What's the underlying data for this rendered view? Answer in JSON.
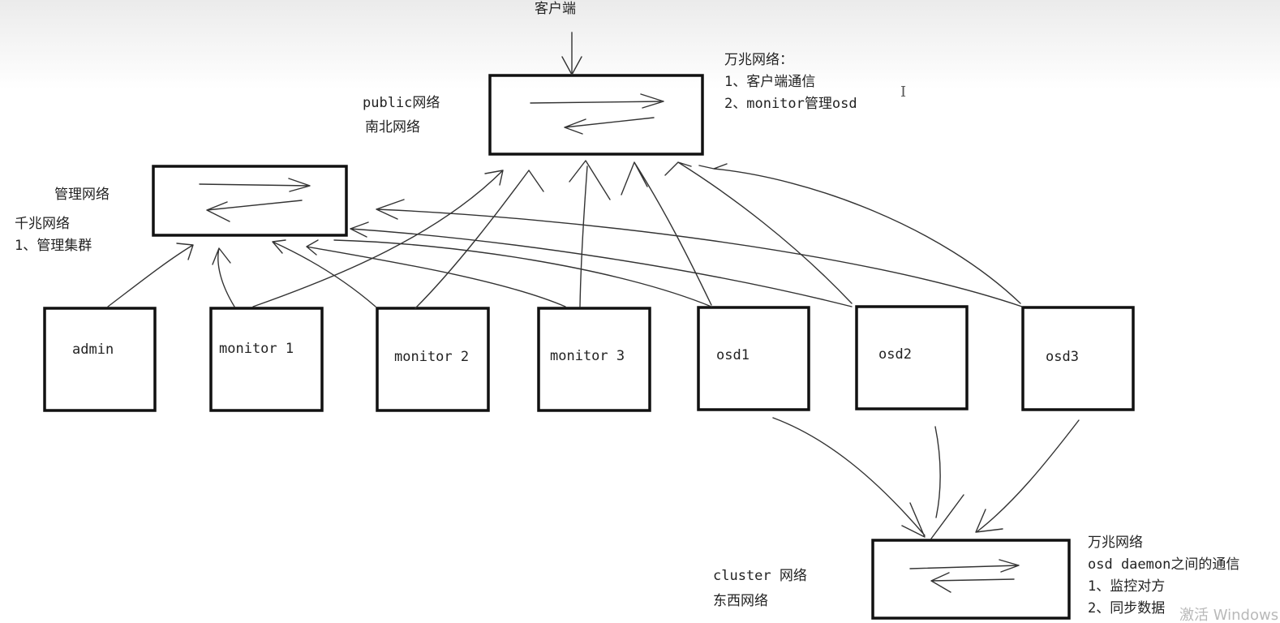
{
  "client": {
    "label": "客户端"
  },
  "public_network": {
    "name_lines": [
      "public网络",
      "南北网络"
    ],
    "note_lines": [
      "万兆网络：",
      "1、客户端通信",
      "2、monitor管理osd"
    ]
  },
  "management_network": {
    "name": "管理网络",
    "note_lines": [
      "千兆网络",
      "1、管理集群"
    ]
  },
  "cluster_network": {
    "name_lines": [
      "cluster 网络",
      "东西网络"
    ],
    "note_lines": [
      "万兆网络",
      "osd daemon之间的通信",
      "1、监控对方",
      "2、同步数据"
    ]
  },
  "nodes": [
    {
      "id": "admin",
      "label": "admin"
    },
    {
      "id": "monitor1",
      "label": "monitor 1"
    },
    {
      "id": "monitor2",
      "label": "monitor 2"
    },
    {
      "id": "monitor3",
      "label": "monitor 3"
    },
    {
      "id": "osd1",
      "label": "osd1"
    },
    {
      "id": "osd2",
      "label": "osd2"
    },
    {
      "id": "osd3",
      "label": "osd3"
    }
  ],
  "cursor_glyph": "I",
  "watermark": "激活 Windows",
  "colors": {
    "stroke": "#111111",
    "thin_line": "#333333",
    "text": "#222222"
  }
}
